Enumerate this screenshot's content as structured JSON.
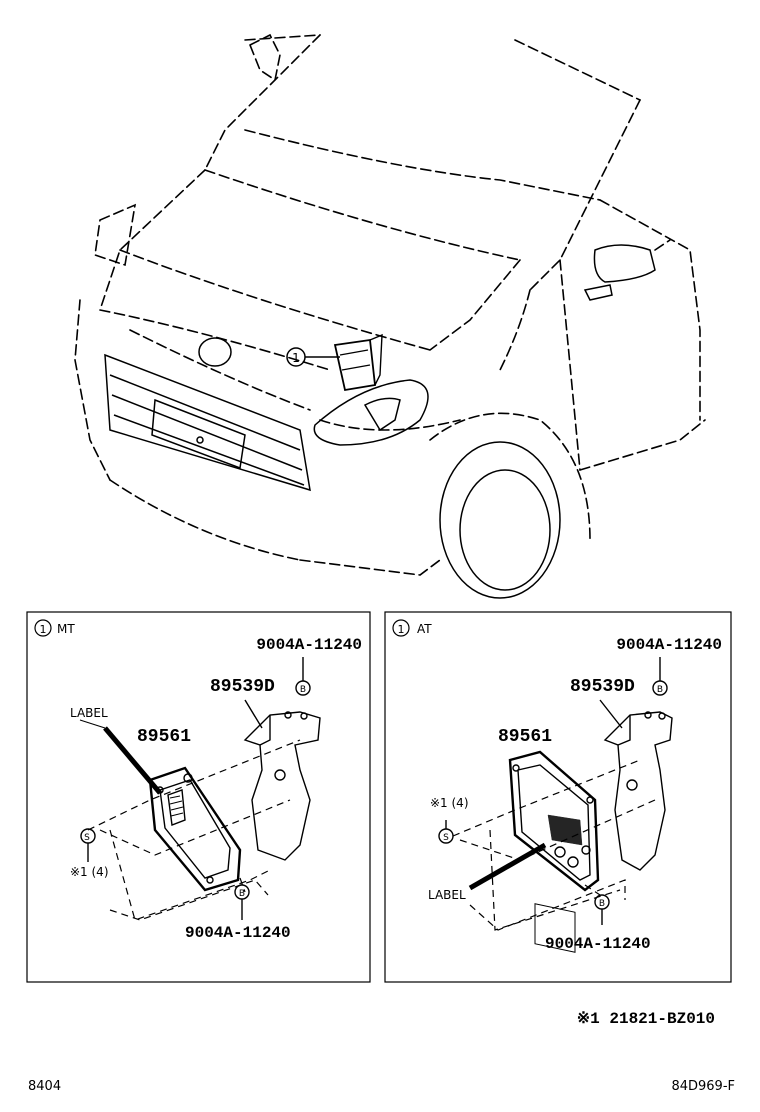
{
  "callout_symbol": "①",
  "vehicle": {
    "callout_number": "1"
  },
  "panel_mt": {
    "header_symbol": "①",
    "header_label": "MT",
    "bolt_top": "9004A-11240",
    "bracket": "89539D",
    "ecu": "89561",
    "label_text": "LABEL",
    "screw_ref": "※1 (4)",
    "bolt_bottom": "9004A-11240",
    "marker_b": "B",
    "marker_s": "S"
  },
  "panel_at": {
    "header_symbol": "①",
    "header_label": "AT",
    "bolt_top": "9004A-11240",
    "bracket": "89539D",
    "ecu": "89561",
    "label_text": "LABEL",
    "screw_ref": "※1 (4)",
    "bolt_bottom": "9004A-11240",
    "marker_b": "B",
    "marker_s": "S"
  },
  "footnote": "※1  21821-BZ010",
  "footer": {
    "left_code": "8404",
    "right_code": "84D969-F"
  }
}
